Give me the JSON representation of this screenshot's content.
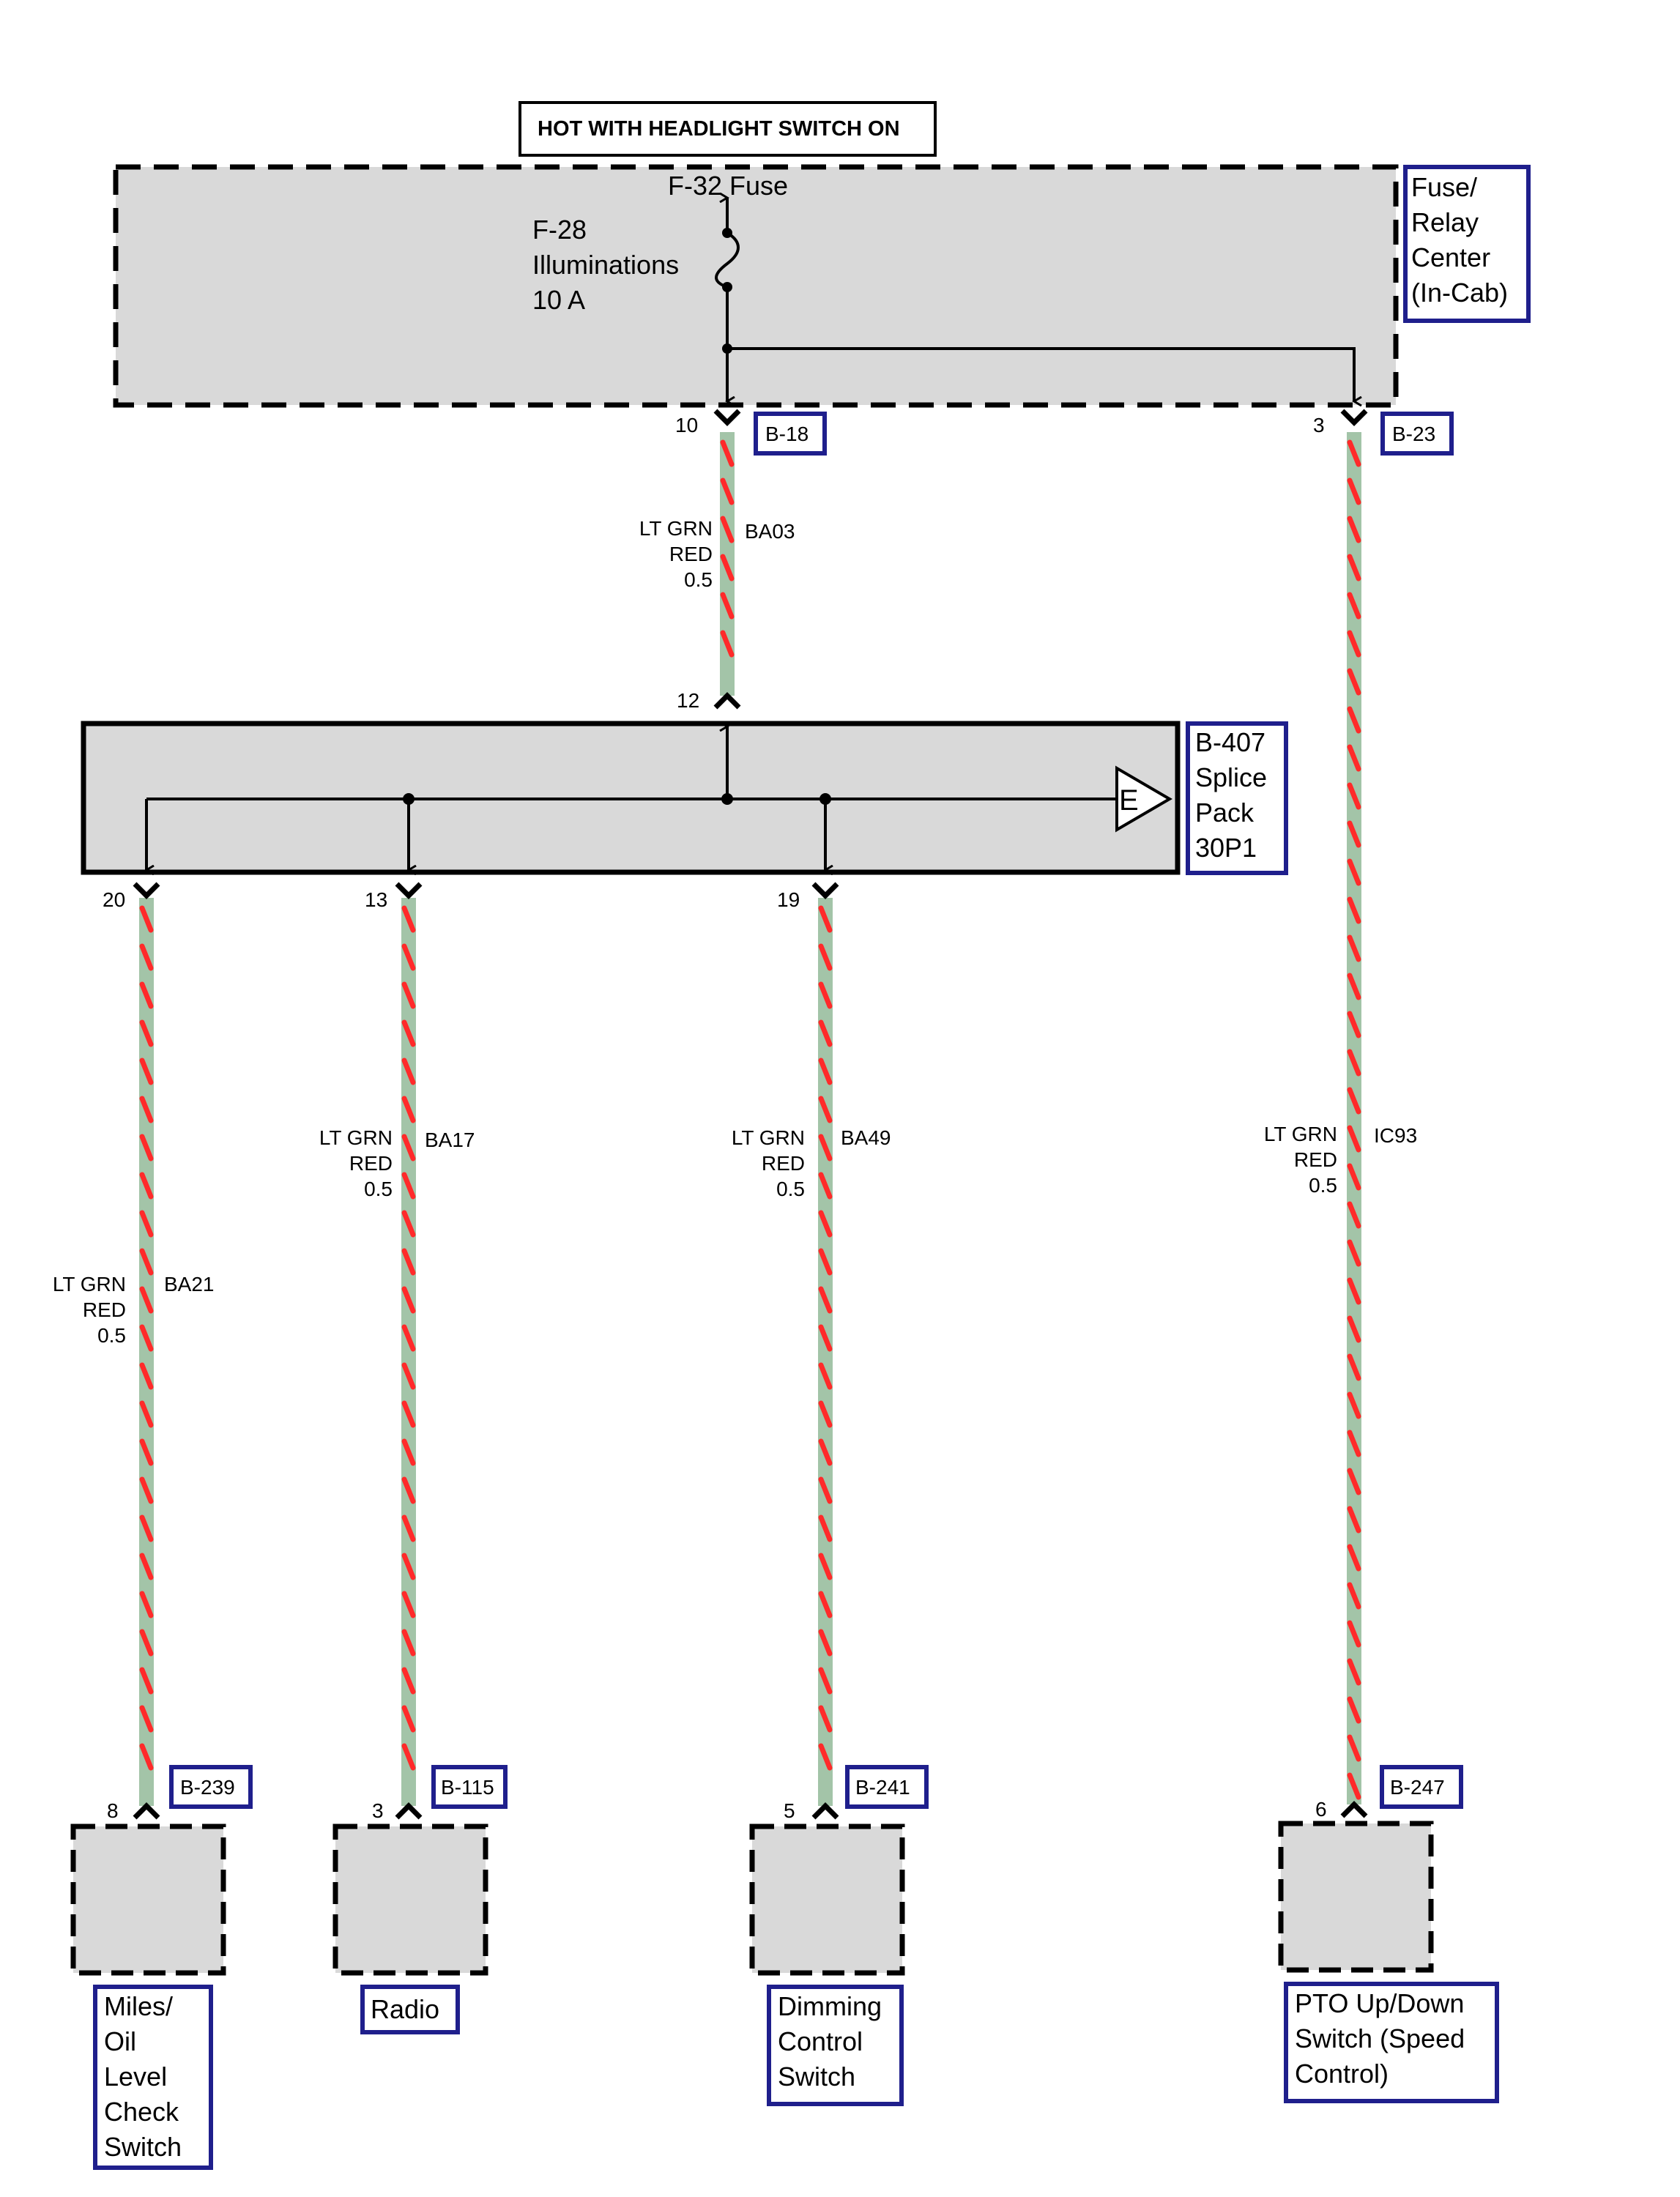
{
  "header": {
    "text": "HOT WITH HEADLIGHT SWITCH ON"
  },
  "fuse_center": {
    "label_lines": [
      "Fuse/",
      "Relay",
      "Center",
      "(In-Cab)"
    ],
    "fuse_ref": "F-32 Fuse",
    "fuse_lines": [
      "F-28",
      "Illuminations",
      "10 A"
    ]
  },
  "splice_pack": {
    "label_lines": [
      "B-407",
      "Splice",
      "Pack",
      "30P1"
    ],
    "terminal": "E",
    "input_pin": "12"
  },
  "connectors": [
    {
      "id": "B-18",
      "pin": "10"
    },
    {
      "id": "B-23",
      "pin": "3"
    },
    {
      "id": "B-239",
      "pin": "8"
    },
    {
      "id": "B-115",
      "pin": "3"
    },
    {
      "id": "B-241",
      "pin": "5"
    },
    {
      "id": "B-247",
      "pin": "6"
    }
  ],
  "splice_output_pins": [
    "20",
    "13",
    "19"
  ],
  "wires": [
    {
      "circuit": "BA03",
      "color_lines": [
        "LT GRN",
        "RED",
        "0.5"
      ]
    },
    {
      "circuit": "IC93",
      "color_lines": [
        "LT GRN",
        "RED",
        "0.5"
      ]
    },
    {
      "circuit": "BA21",
      "color_lines": [
        "LT GRN",
        "RED",
        "0.5"
      ]
    },
    {
      "circuit": "BA17",
      "color_lines": [
        "LT GRN",
        "RED",
        "0.5"
      ]
    },
    {
      "circuit": "BA49",
      "color_lines": [
        "LT GRN",
        "RED",
        "0.5"
      ]
    }
  ],
  "components": [
    {
      "label_lines": [
        "Miles/",
        "Oil",
        "Level",
        "Check",
        "Switch"
      ]
    },
    {
      "label_lines": [
        "Radio"
      ]
    },
    {
      "label_lines": [
        "Dimming",
        "Control",
        "Switch"
      ]
    },
    {
      "label_lines": [
        "PTO Up/Down",
        "Switch (Speed",
        "Control)"
      ]
    }
  ],
  "colors": {
    "wire_base": "#a3c4a8",
    "wire_stripe": "#ff2a2a",
    "label_border": "#1f1f8c",
    "box_fill": "#d9d9d9"
  }
}
